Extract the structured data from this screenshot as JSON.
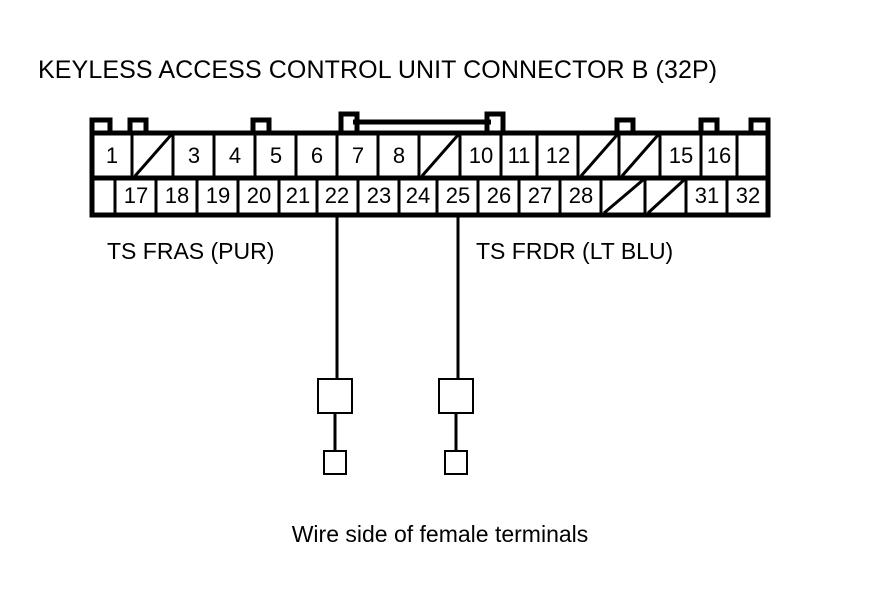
{
  "title": "KEYLESS ACCESS CONTROL UNIT CONNECTOR B (32P)",
  "caption": "Wire side of female terminals",
  "connector": {
    "top_row": [
      {
        "label": "1",
        "type": "pin"
      },
      {
        "label": "",
        "type": "blocked"
      },
      {
        "label": "3",
        "type": "pin"
      },
      {
        "label": "4",
        "type": "pin"
      },
      {
        "label": "5",
        "type": "pin"
      },
      {
        "label": "6",
        "type": "pin"
      },
      {
        "label": "7",
        "type": "pin"
      },
      {
        "label": "8",
        "type": "pin"
      },
      {
        "label": "",
        "type": "blocked"
      },
      {
        "label": "10",
        "type": "pin"
      },
      {
        "label": "11",
        "type": "pin"
      },
      {
        "label": "12",
        "type": "pin"
      },
      {
        "label": "",
        "type": "blocked"
      },
      {
        "label": "",
        "type": "blocked"
      },
      {
        "label": "15",
        "type": "pin"
      },
      {
        "label": "16",
        "type": "pin"
      },
      {
        "label": "",
        "type": "empty"
      }
    ],
    "bottom_row": [
      {
        "label": "",
        "type": "empty"
      },
      {
        "label": "17",
        "type": "pin"
      },
      {
        "label": "18",
        "type": "pin"
      },
      {
        "label": "19",
        "type": "pin"
      },
      {
        "label": "20",
        "type": "pin"
      },
      {
        "label": "21",
        "type": "pin"
      },
      {
        "label": "22",
        "type": "pin"
      },
      {
        "label": "23",
        "type": "pin"
      },
      {
        "label": "24",
        "type": "pin"
      },
      {
        "label": "25",
        "type": "pin"
      },
      {
        "label": "26",
        "type": "pin"
      },
      {
        "label": "27",
        "type": "pin"
      },
      {
        "label": "28",
        "type": "pin"
      },
      {
        "label": "",
        "type": "blocked"
      },
      {
        "label": "",
        "type": "blocked"
      },
      {
        "label": "31",
        "type": "pin"
      },
      {
        "label": "32",
        "type": "pin"
      }
    ]
  },
  "wires": [
    {
      "name": "TS FRAS (PUR)",
      "pin": "22",
      "color_code": "PUR"
    },
    {
      "name": "TS FRDR (LT BLU)",
      "pin": "25",
      "color_code": "LT BLU"
    }
  ],
  "colors": {
    "line": "#000000",
    "background": "#ffffff"
  }
}
